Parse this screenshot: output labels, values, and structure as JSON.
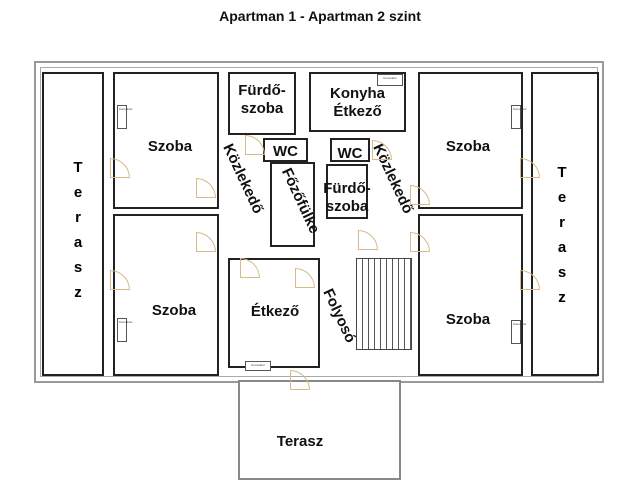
{
  "title": "Apartman 1 - Apartman 2  szint",
  "rooms": {
    "terrace_left": "Terasz",
    "terrace_right": "Terasz",
    "terrace_bottom": "Terasz",
    "room_top_left": "Szoba",
    "room_bottom_left": "Szoba",
    "room_top_right": "Szoba",
    "room_bottom_right": "Szoba",
    "bathroom_left": "Fürdő-\nszoba",
    "bathroom_right": "Fürdő-\nszoba",
    "kitchen": "Konyha\nÉtkező",
    "wc_left": "WC",
    "wc_right": "WC",
    "hallway_left": "Közlekedő",
    "hallway_right": "Közlekedő",
    "kitchenette": "Főzőfülke",
    "dining": "Étkező",
    "corridor": "Folyosó"
  },
  "convector_label": "Konvektor"
}
